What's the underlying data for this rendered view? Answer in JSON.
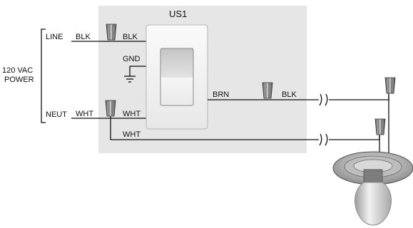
{
  "title": "US1",
  "power": {
    "line1": "120 VAC",
    "line2": "POWER",
    "line_label": "LINE",
    "neutral_label": "NEUT"
  },
  "wires": {
    "line_in": "BLK",
    "line_out": "BLK",
    "ground": "GND",
    "neutral_in": "WHT",
    "neutral_out": "WHT",
    "neutral_through": "WHT",
    "switched": "BRN",
    "load_hot": "BLK"
  },
  "colors": {
    "box_fill": "#e6e6e6",
    "wire": "#111111",
    "switch_plate": "#f4f4f4",
    "wire_nut": "#808080",
    "fixture": "#9a9a9a",
    "bulb": "#d0d0d0"
  },
  "icons": {
    "wire_nut": "wire-nut-icon",
    "ground": "ground-symbol-icon",
    "break": "wire-break-icon",
    "switch": "wall-switch-icon",
    "fixture": "light-fixture-icon"
  }
}
